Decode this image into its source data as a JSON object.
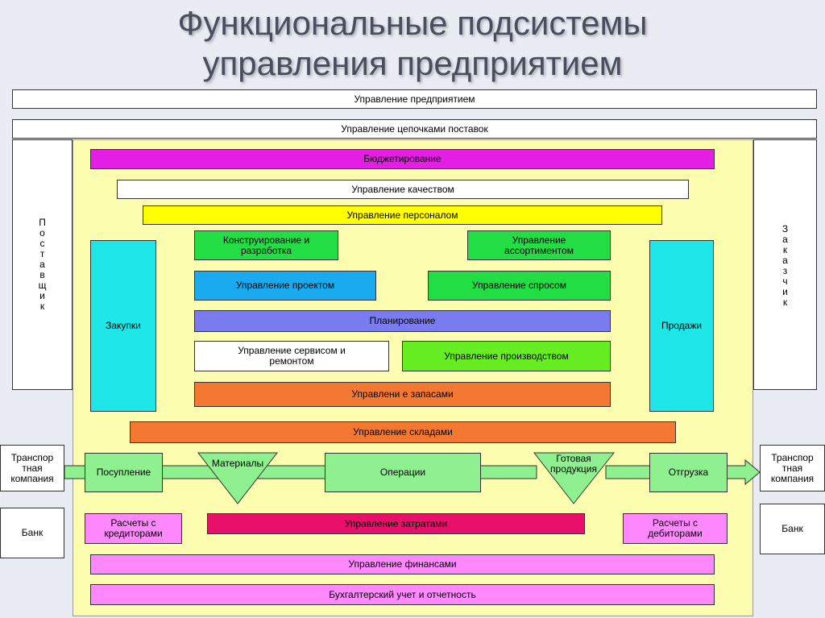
{
  "title": "Функциональные подсистемы\nуправления предприятием",
  "boxes": {
    "enterprise": "Управление предприятием",
    "supply_chain": "Управление цепочками поставок",
    "supplier_vertical": "П\nо\nс\nт\nа\nв\nщ\nи\nк",
    "customer_vertical": "З\nа\nк\nа\nз\nч\nи\nк",
    "budgeting": "Бюджетирование",
    "quality": "Управление качеством",
    "personnel": "Управление персоналом",
    "purchasing": "Закупки",
    "sales": "Продажи",
    "design": "Конструирование и\nразработка",
    "assortment": "Управление\nассортиментом",
    "project": "Управление проектом",
    "demand": "Управление спросом",
    "planning": "Планирование",
    "service": "Управление сервисом и\nремонтом",
    "production": "Управление производством",
    "inventory": "Управлени е запасами",
    "warehouses": "Управление складами",
    "transport_left": "Транспор\nтная\nкомпания",
    "transport_right": "Транспор\nтная\nкомпания",
    "receipt": "Посупление",
    "materials": "Материалы",
    "operations": "Операции",
    "finished_goods": "Готовая\nпродукция",
    "shipment": "Отгрузка",
    "bank_left": "Банк",
    "bank_right": "Банк",
    "creditors": "Расчеты с\nкредиторами",
    "costs": "Управление затратами",
    "debtors": "Расчеты с\nдебиторами",
    "finance": "Управление финансами",
    "accounting": "Бухгалтерский учет и отчетность"
  },
  "colors": {
    "magenta": "#e41ee4",
    "white": "#ffffff",
    "yellow": "#ffff00",
    "cyan": "#1ee6e6",
    "green": "#22dd44",
    "blue": "#1aaaf0",
    "purple": "#7b7bf0",
    "lime": "#66ee22",
    "orange": "#f47832",
    "pink_light": "#ff88ff",
    "crimson": "#e8106a",
    "flow_green": "#8ef08e",
    "yellow_bg": "#fdfdb0"
  }
}
